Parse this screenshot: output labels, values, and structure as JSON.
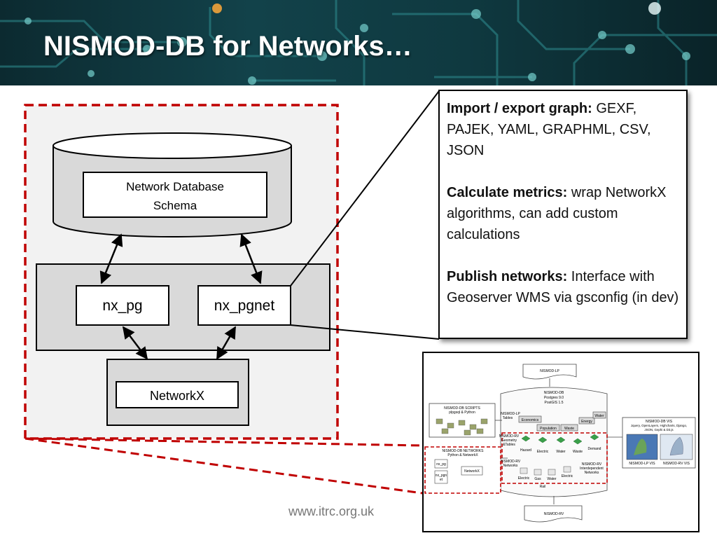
{
  "slide": {
    "title": "NISMOD-DB for Networks…",
    "footer": "www.itrc.org.uk"
  },
  "diagram": {
    "schema_box": [
      "Network Database",
      "Schema"
    ],
    "nx_pg": "nx_pg",
    "nx_pgnet": "nx_pgnet",
    "networkx": "NetworkX"
  },
  "callout": {
    "items": [
      {
        "heading": "Import / export graph:",
        "text": " GEXF, PAJEK, YAML, GRAPHML, CSV, JSON"
      },
      {
        "heading": "Calculate metrics:",
        "text": " wrap NetworkX algorithms, can add custom calculations"
      },
      {
        "heading": "Publish networks:",
        "text": " Interface with Geoserver WMS via gsconfig (in dev)"
      }
    ]
  },
  "thumbnail": {
    "nismod_lp": "NISMOD-LP",
    "nismod_db": [
      "NISMOD-DB",
      "Postgres 9.0",
      "PostGIS 1.5"
    ],
    "scripts": [
      "NISMOD-DB SCRIPTS",
      "plpgsql & Python"
    ],
    "nismod_lp_tables": [
      "NISMOD-LP",
      "Tables"
    ],
    "lp_tables": [
      "Economics",
      "Population",
      "Waste",
      "Energy",
      "Water"
    ],
    "geometry": [
      "NISMOD-RV",
      "Geometry",
      "&Tables"
    ],
    "hazard_row": [
      "Hazard",
      "Electric",
      "Water",
      "Waste",
      "Demand"
    ],
    "networks_box": [
      "NISMOD-DB NETWORKS",
      "Python & NetworkX"
    ],
    "mini_nx_pg": "nx_pg",
    "mini_nx_pgnet": [
      "nx_pgn",
      "et"
    ],
    "mini_networkx": "NetworkX",
    "rv_networks": [
      "NISMOD-RV",
      "Networks"
    ],
    "rv_row": [
      "Electric",
      "Gas",
      "Water",
      "Electric"
    ],
    "interdep": [
      "NISMOD-RV",
      "Interdependent",
      "Networks"
    ],
    "rail": "Rail",
    "vis": [
      "NISMOD-DB VIS",
      "Jquery, OpenLayers, Highcharts, Django,",
      "JSON, Gephi & D3.js"
    ],
    "vis_labels": [
      "NISMOD-LP VIS",
      "NISMOD-RV VIS"
    ],
    "nismod_rv": "NISMOD-RV"
  },
  "colors": {
    "dashed_red": "#c00000",
    "header_bg": "#12424a",
    "box_fill": "#d9d9d9"
  }
}
